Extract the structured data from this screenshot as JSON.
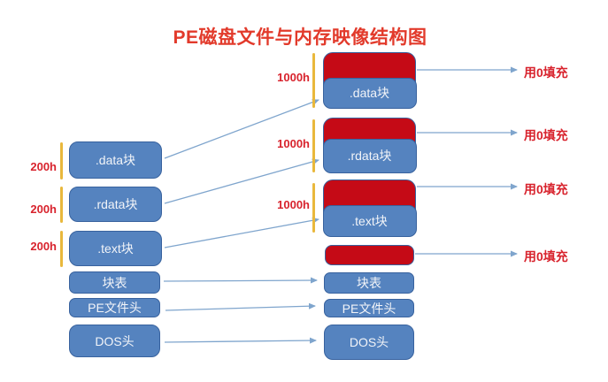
{
  "title": "PE磁盘文件与内存映像结构图",
  "colors": {
    "title_red": "#e23a2b",
    "label_red": "#d8232d",
    "box_blue": "#5583bf",
    "box_border": "#38629e",
    "red_fill": "#c50a16",
    "bar_yellow": "#e9b83c",
    "arrow_blue": "#7fa5cd",
    "background": "#ffffff",
    "box_text": "#f2f4f8"
  },
  "disk": {
    "sections": [
      {
        "label": ".data块",
        "size": "200h"
      },
      {
        "label": ".rdata块",
        "size": "200h"
      },
      {
        "label": ".text块",
        "size": "200h"
      },
      {
        "label": "块表"
      },
      {
        "label": "PE文件头"
      },
      {
        "label": "DOS头"
      }
    ]
  },
  "memory": {
    "sections": [
      {
        "label": ".data块",
        "size": "1000h",
        "fill_note": "用0填充"
      },
      {
        "label": ".rdata块",
        "size": "1000h",
        "fill_note": "用0填充"
      },
      {
        "label": ".text块",
        "size": "1000h",
        "fill_note": "用0填充"
      },
      {
        "label": "",
        "fill_note": "用0填充"
      },
      {
        "label": "块表"
      },
      {
        "label": "PE文件头"
      },
      {
        "label": "DOS头"
      }
    ]
  }
}
